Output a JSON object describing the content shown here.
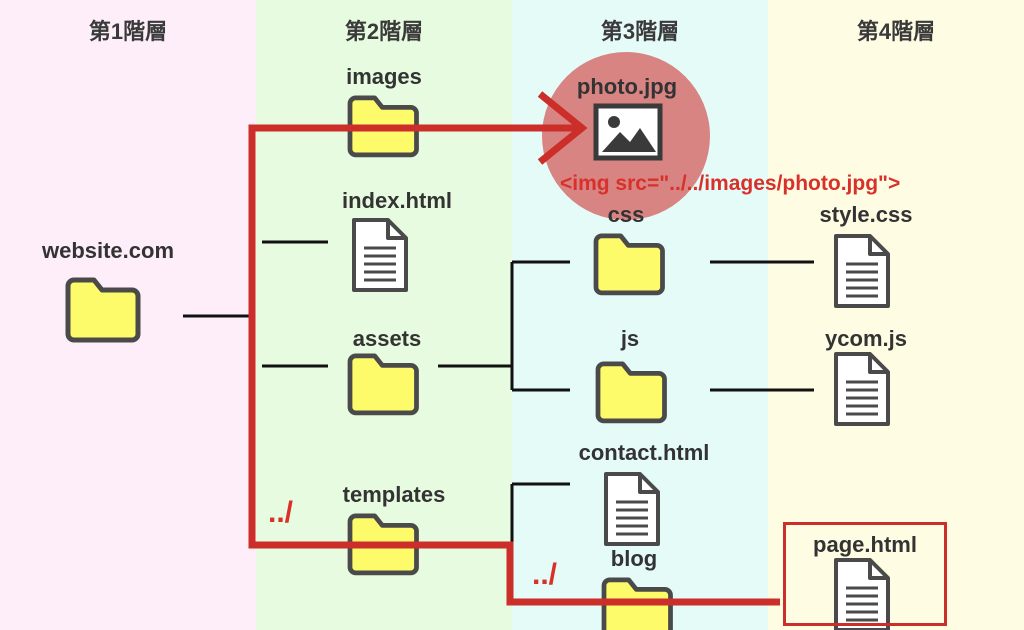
{
  "levels": [
    "第1階層",
    "第2階層",
    "第3階層",
    "第4階層"
  ],
  "nodes": {
    "website": "website.com",
    "images": "images",
    "index": "index.html",
    "assets": "assets",
    "templates": "templates",
    "photo": "photo.jpg",
    "css": "css",
    "js": "js",
    "contact": "contact.html",
    "blog": "blog",
    "style": "style.css",
    "ycom": "ycom.js",
    "page": "page.html"
  },
  "annotations": {
    "img_tag": "<img src=\"../../images/photo.jpg\">",
    "up1": "../",
    "up2": "../"
  },
  "colors": {
    "path": "#cc2e2a",
    "folder": "#fdfb6a",
    "highlight_circle": "#d66f6e"
  }
}
